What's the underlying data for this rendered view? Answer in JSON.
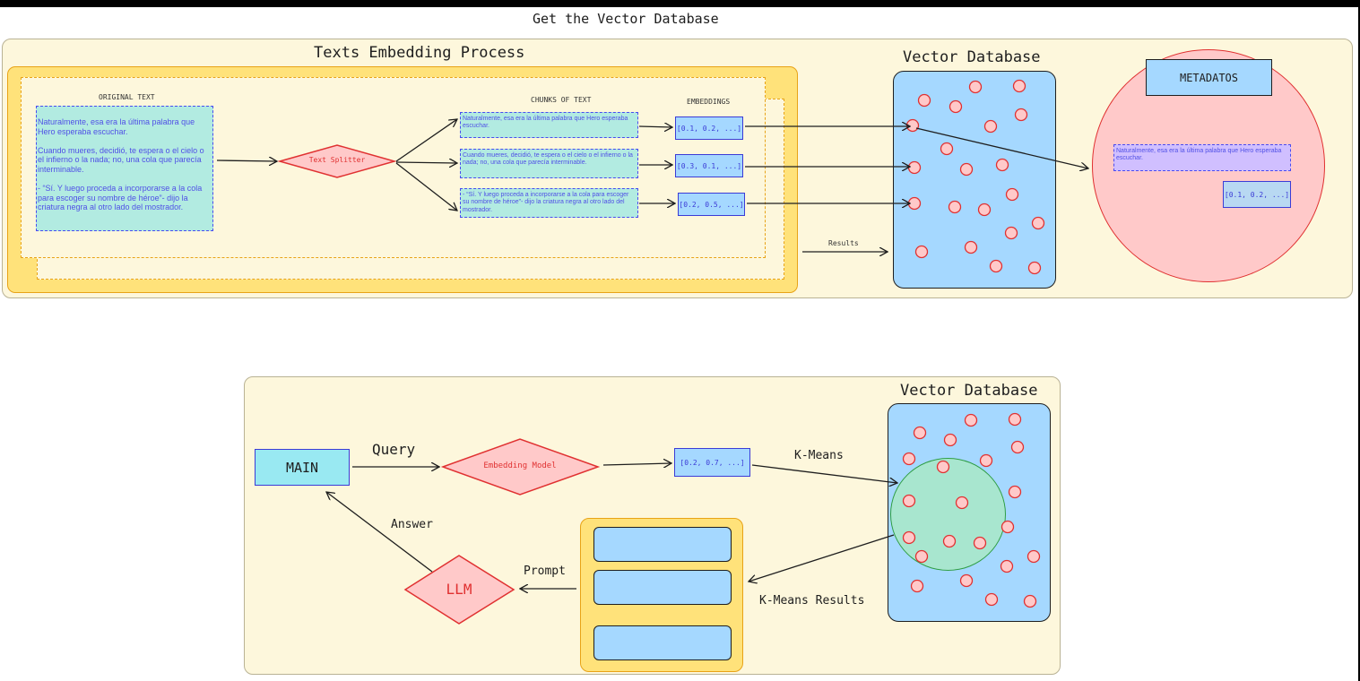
{
  "title": "Get the Vector Database",
  "embedding_process": {
    "title": "Texts Embedding Process",
    "original_text_label": "ORIGINAL TEXT",
    "original_text": "Naturalmente, esa era la última palabra que Hero esperaba escuchar.\n\nCuando mueres, decidió, te espera o el cielo o el infierno o la nada; no, una cola que parecía interminable.\n\n- “Sí. Y luego proceda a incorporarse a la cola para escoger su nombre de héroe”- dijo la criatura negra al otro lado del mostrador.",
    "splitter_label": "Text Splitter",
    "chunks_label": "CHUNKS OF TEXT",
    "chunks": [
      "Naturalmente, esa era la última palabra que Hero esperaba escuchar.",
      "Cuando mueres, decidió, te espera o el cielo o el infierno o la nada; no, una cola que parecía interminable.",
      "- “Sí. Y luego proceda a incorporarse a la cola para escoger su nombre de héroe”- dijo la criatura negra al otro lado del mostrador."
    ],
    "embeddings_label": "EMBEDDINGS",
    "embeddings": [
      "[0.1, 0.2, ...]",
      "[0.3, 0.1, ...]",
      "[0.2, 0.5, ...]"
    ],
    "results_label": "Results"
  },
  "vector_db_top": {
    "title": "Vector Database"
  },
  "metadata": {
    "label": "METADATOS",
    "text": "Naturalmente, esa era la última palabra que Hero esperaba escuchar.",
    "embedding": "[0.1, 0.2, ...]"
  },
  "query_flow": {
    "db_title": "Vector Database",
    "main_label": "MAIN",
    "query_label": "Query",
    "embedding_model_label": "Embedding Model",
    "query_embedding": "[0.2, 0.7, ...]",
    "kmeans_label": "K-Means",
    "kmeans_results_label": "K-Means Results",
    "prompt_label": "Prompt",
    "llm_label": "LLM",
    "answer_label": "Answer"
  },
  "colors": {
    "panel_bg": "#fdf7dc",
    "yellow_group": "#ffe680",
    "text_box": "#b2ebe1",
    "blue_fill": "#a5d8ff",
    "red_fill": "#ffc9c9",
    "red_stroke": "#e03131",
    "green_cluster": "#b2f2bb",
    "main_fill": "#99e9f2"
  }
}
